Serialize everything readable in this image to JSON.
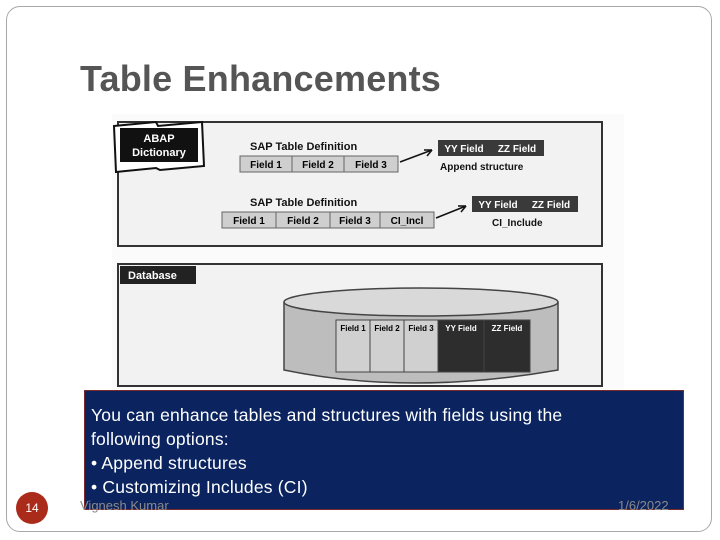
{
  "slide": {
    "title": "Table Enhancements",
    "page_number": "14",
    "author": "Vignesh Kumar",
    "date": "1/6/2022"
  },
  "diagram": {
    "dictionary_label": [
      "ABAP",
      "Dictionary"
    ],
    "top_definition": {
      "heading": "SAP Table Definition",
      "fields": [
        "Field 1",
        "Field 2",
        "Field 3"
      ],
      "extension_fields": [
        "YY Field",
        "ZZ Field"
      ],
      "extension_caption": "Append structure"
    },
    "bottom_definition": {
      "heading": "SAP Table Definition",
      "fields": [
        "Field 1",
        "Field 2",
        "Field 3",
        "CI_Incl"
      ],
      "extension_fields": [
        "YY Field",
        "ZZ Field"
      ],
      "extension_caption": "CI_Include"
    },
    "database": {
      "label": "Database",
      "columns": [
        "Field 1",
        "Field 2",
        "Field 3",
        "YY Field",
        "ZZ Field"
      ]
    }
  },
  "textbox": {
    "lines": [
      "You can enhance tables and structures with fields using the",
      "following options:",
      "• Append structures",
      "• Customizing Includes (CI)"
    ]
  }
}
